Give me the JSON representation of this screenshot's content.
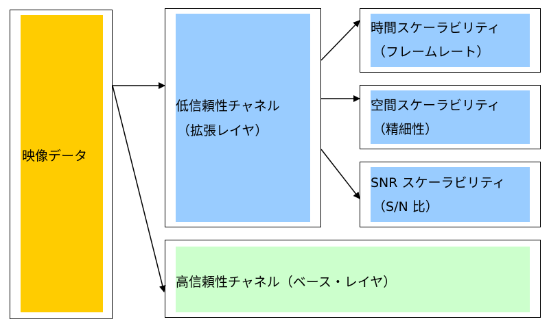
{
  "colors": {
    "video_fill": "#FFCC00",
    "low_reliability_fill": "#99CCFF",
    "scalability_fill": "#99CCFF",
    "high_reliability_fill": "#CCFFCC",
    "border": "#000000",
    "arrow": "#000000"
  },
  "video_data": {
    "label": "映像データ"
  },
  "low_reliability_channel": {
    "line1": "低信頼性チャネル",
    "line2": "（拡張レイヤ）"
  },
  "high_reliability_channel": {
    "label": "高信頼性チャネル（ベース・レイヤ）"
  },
  "scalability": [
    {
      "line1": "時間スケーラビリティ",
      "line2": "（フレームレート）"
    },
    {
      "line1": "空間スケーラビリティ",
      "line2": "（精細性）"
    },
    {
      "line1": "SNR スケーラビリティ",
      "line2": "（S/N 比）"
    }
  ]
}
